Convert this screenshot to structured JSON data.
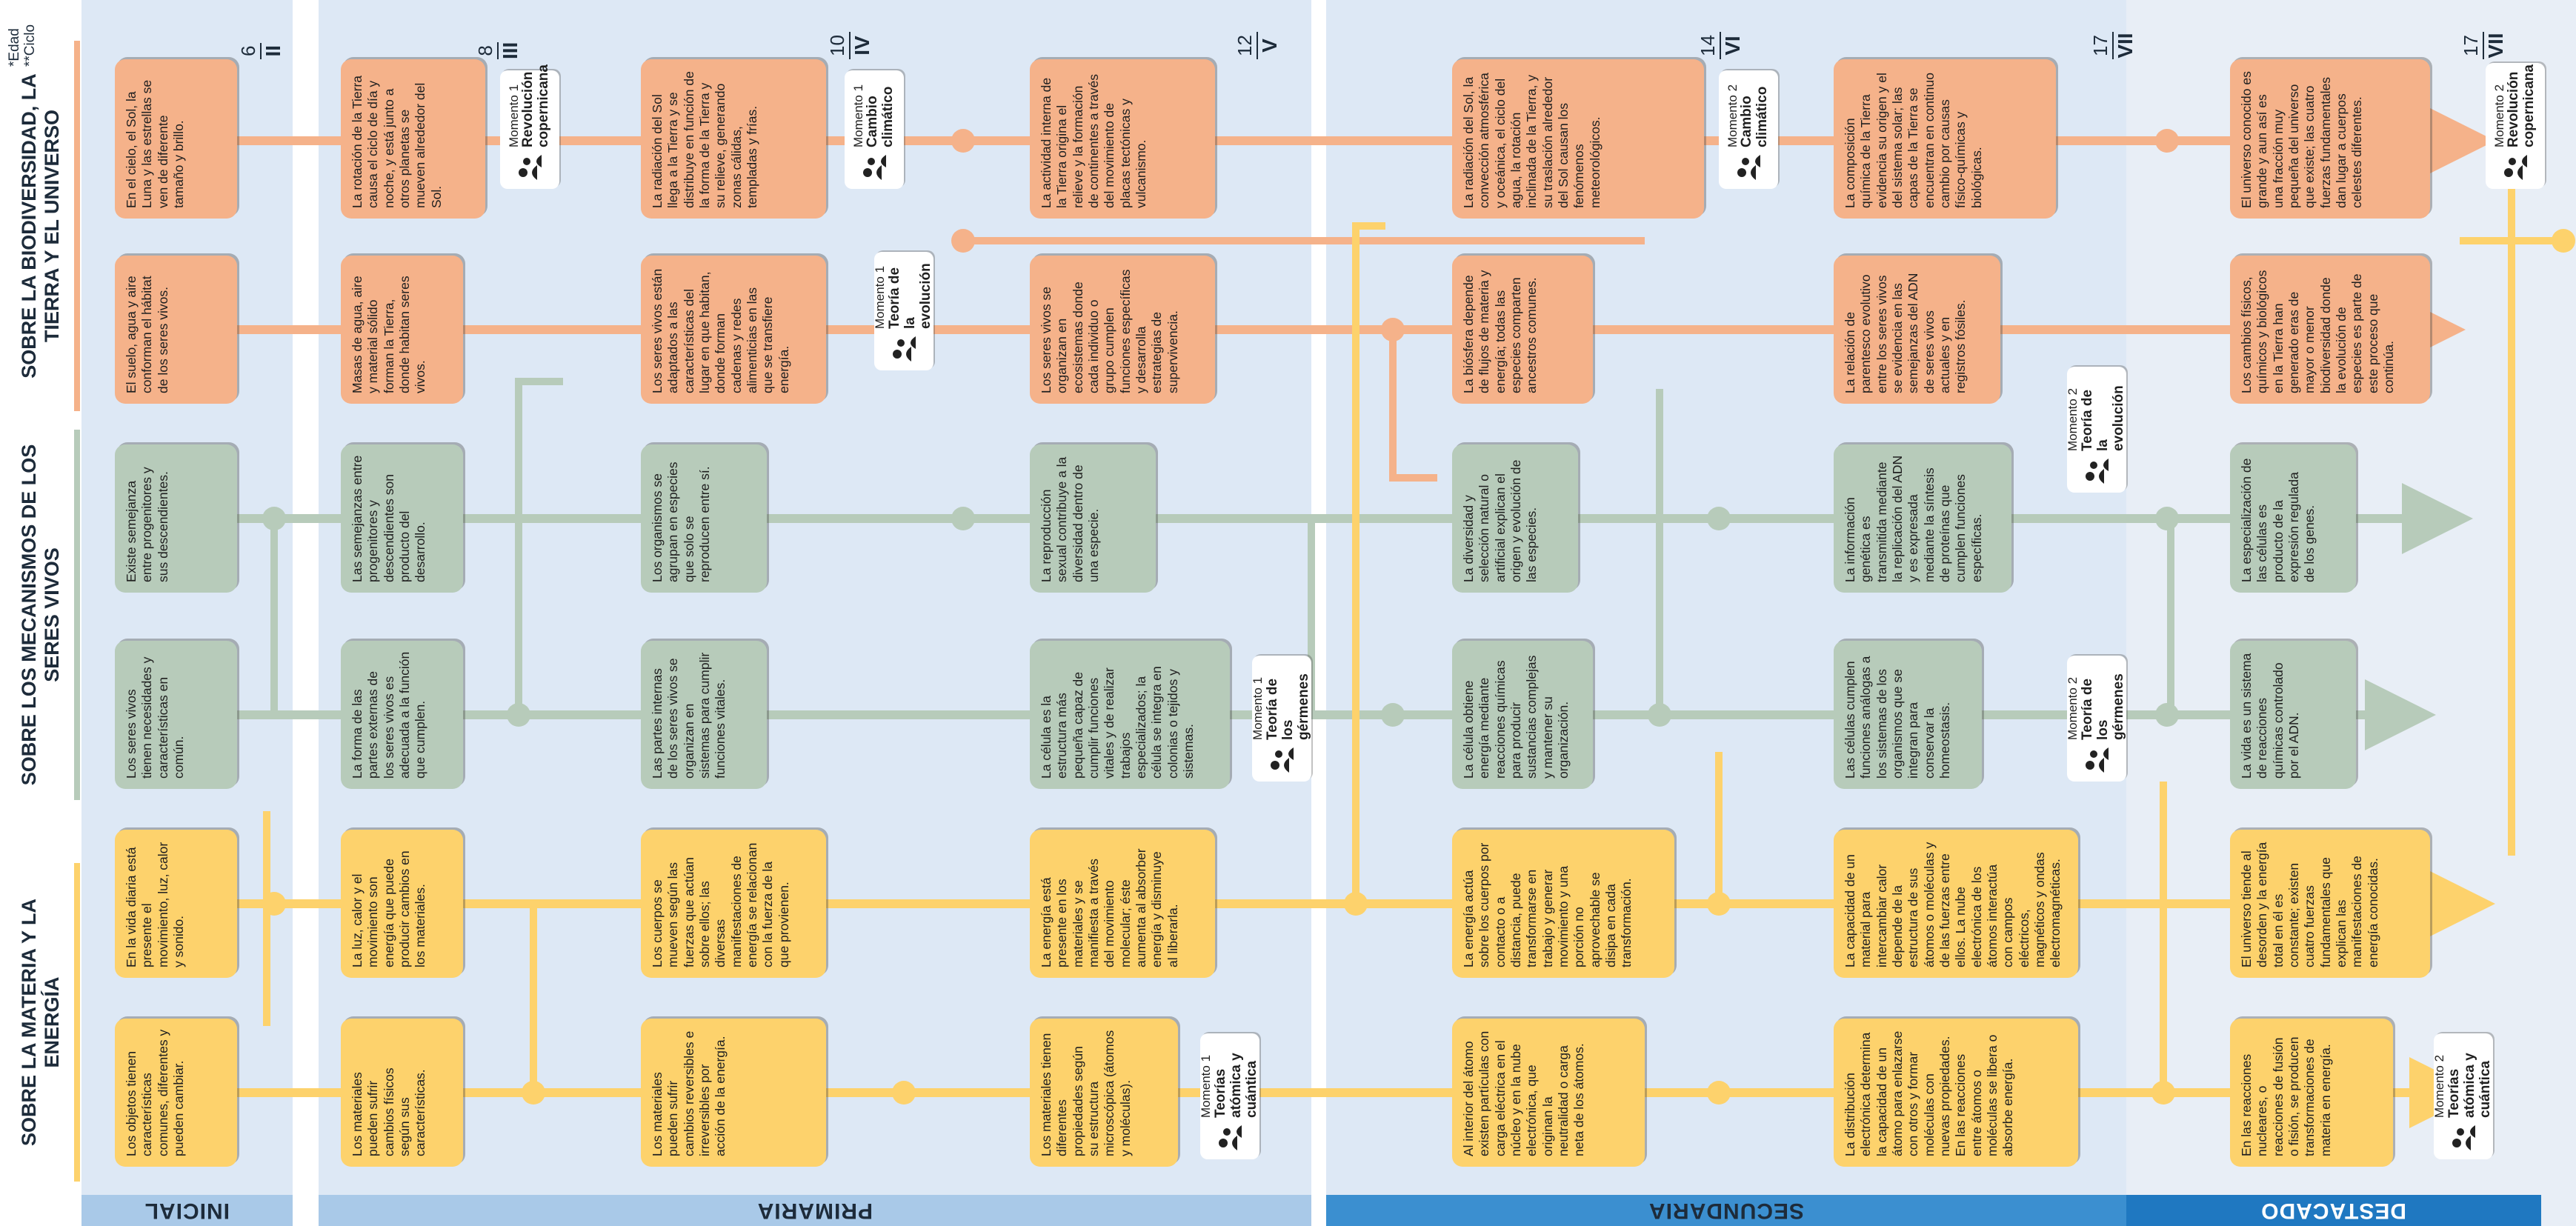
{
  "legend": {
    "age": "*Edad",
    "cycle": "**Ciclo"
  },
  "stages": [
    {
      "id": "inicial",
      "label": "INICIAL"
    },
    {
      "id": "primaria",
      "label": "PRIMARIA"
    },
    {
      "id": "secundaria",
      "label": "SECUNDARIA"
    },
    {
      "id": "destacado",
      "label": "DESTACADO"
    }
  ],
  "headers": [
    {
      "age": "6",
      "cycle": "II"
    },
    {
      "age": "8",
      "cycle": "III"
    },
    {
      "age": "10",
      "cycle": "IV"
    },
    {
      "age": "12",
      "cycle": "V"
    },
    {
      "age": "14",
      "cycle": "VI"
    },
    {
      "age": "17",
      "cycle": "VII"
    },
    {
      "age": "17",
      "cycle": "VII"
    }
  ],
  "themes": [
    {
      "label": "SOBRE LA BIODIVERSIDAD, LA TIERRA Y EL UNIVERSO",
      "color": "#f5b28a"
    },
    {
      "label": "SOBRE LOS MECANISMOS DE LOS SERES VIVOS",
      "color": "#b7cbba"
    },
    {
      "label": "SOBRE LA MATERIA Y LA ENERGÍA",
      "color": "#fdd26c"
    }
  ],
  "colors": {
    "orange": "#f5b28a",
    "green": "#b7cbba",
    "yellow": "#fdd26c",
    "band_light": "#dde8f5",
    "band_mid": "#a9c9e8",
    "band_sec": "#3b8fd0",
    "band_dest": "#1f78c1"
  },
  "boxes": [
    {
      "id": "o1c0",
      "text": "En el cielo, el Sol, la Luna y las estrellas se ven de diferente tamaño y brillo."
    },
    {
      "id": "o2c0",
      "text": "El suelo, agua y aire conforman el hábitat de los seres vivos."
    },
    {
      "id": "g1c0",
      "text": "Existe semejanza entre progenitores y sus descendientes."
    },
    {
      "id": "g2c0",
      "text": "Los seres vivos tienen necesidades y características en común."
    },
    {
      "id": "y1c0",
      "text": "En la vida diaria está presente el movimiento, luz, calor y sonido."
    },
    {
      "id": "y2c0",
      "text": "Los objetos tienen características comunes, diferentes y pueden cambiar."
    },
    {
      "id": "o1c1",
      "text": "La rotación de la Tierra causa el ciclo de día y noche, y está junto a otros planetas se mueven alrededor del Sol."
    },
    {
      "id": "o2c1",
      "text": "Masas de agua, aire y material sólido forman la Tierra, donde habitan seres vivos."
    },
    {
      "id": "g1c1",
      "text": "Las semejanzas entre progenitores y descendientes son producto del desarrollo."
    },
    {
      "id": "g2c1",
      "text": "La forma de las partes externas de los seres vivos es adecuada a la función que cumplen."
    },
    {
      "id": "y1c1",
      "text": "La luz, calor y el movimiento son energía que puede producir cambios en los materiales."
    },
    {
      "id": "y2c1",
      "text": "Los materiales pueden sufrir cambios físicos según sus características."
    },
    {
      "id": "o1c2",
      "text": "La radiación del Sol llega a la Tierra y se distribuye en función de la forma de la Tierra y su relieve, generando zonas cálidas, templadas y frías."
    },
    {
      "id": "o2c2",
      "text": "Los seres vivos están adaptados a las características del lugar en que habitan, donde forman cadenas y redes alimenticias en las que se transfiere energía."
    },
    {
      "id": "g1c2",
      "text": "Los organismos se agrupan en especies que solo se reproducen entre sí."
    },
    {
      "id": "g2c2",
      "text": "Las partes internas de los seres vivos se organizan en sistemas para cumplir funciones vitales."
    },
    {
      "id": "y1c2",
      "text": "Los cuerpos se mueven según las fuerzas que actúan sobre ellos; las diversas manifestaciones de energía se relacionan con la fuerza de la que provienen."
    },
    {
      "id": "y2c2",
      "text": "Los materiales pueden sufrir cambios reversibles e irreversibles por acción de la energía."
    },
    {
      "id": "o1c3",
      "text": "La actividad interna de la Tierra origina el relieve y la formación de continentes a través del movimiento de placas tectónicas y vulcanismo."
    },
    {
      "id": "o2c3",
      "text": "Los seres vivos se organizan en ecosistemas donde cada individuo o grupo cumplen funciones específicas y desarrolla estrategias de supervivencia."
    },
    {
      "id": "g1c3",
      "text": "La reproducción sexual contribuye a la diversidad dentro de una especie."
    },
    {
      "id": "g2c3",
      "text": "La célula es la estructura más pequeña capaz de cumplir funciones vitales y de realizar trabajos especializados; la célula se integra en colonias o tejidos y sistemas."
    },
    {
      "id": "y1c3",
      "text": "La energía está presente en los materiales y se manifiesta a través del movimiento molecular; éste aumenta al absorber energía y disminuye al liberarla."
    },
    {
      "id": "y2c3",
      "text": "Los materiales tienen diferentes propiedades según su estructura microscópica (átomos y moléculas)."
    },
    {
      "id": "o1c4",
      "text": "La radiación del Sol, la convección atmosférica y oceánica, el ciclo del agua, la rotación inclinada de la Tierra, y su traslación alrededor del Sol causan los fenómenos meteorológicos."
    },
    {
      "id": "o2c4",
      "text": "La biósfera depende de flujos de materia y energía; todas las especies comparten ancestros comunes."
    },
    {
      "id": "g1c4",
      "text": "La diversidad y selección natural o artificial explican el origen y evolución de las especies."
    },
    {
      "id": "g2c4",
      "text": "La célula obtiene energía mediante reacciones químicas para producir sustancias complejas y mantener su organización."
    },
    {
      "id": "y1c4",
      "text": "La energía actúa sobre los cuerpos por contacto o a distancia, puede transformarse en trabajo y generar movimiento y una porción no aprovechable se disipa en cada transformación."
    },
    {
      "id": "y2c4",
      "text": "Al interior del átomo existen partículas con carga eléctrica en el núcleo y en la nube electrónica, que originan la neutralidad o carga neta de los átomos."
    },
    {
      "id": "o1c5",
      "text": "La composición química de la Tierra evidencia su origen y el del sistema solar; las capas de la Tierra se encuentran en continuo cambio por causas físico-químicas y biológicas."
    },
    {
      "id": "o2c5",
      "text": "La relación de parentesco evolutivo entre los seres vivos se evidencia en las semejanzas del ADN de seres vivos actuales y en registros fósiles."
    },
    {
      "id": "g1c5",
      "text": "La información genética es transmitida mediante la replicación del ADN y es expresada mediante la síntesis de proteínas que cumplen funciones específicas."
    },
    {
      "id": "g2c5",
      "text": "Las células cumplen funciones análogas a los sistemas de los organismos que se integran para conservar la homeostasis."
    },
    {
      "id": "y1c5",
      "text": "La capacidad de un material para intercambiar calor depende de la estructura de sus átomos o moléculas y de las fuerzas entre ellos. La nube electrónica de los átomos interactúa con campos eléctricos, magnéticos y ondas electromagnéticas."
    },
    {
      "id": "y2c5",
      "text": "La distribución electrónica determina la capacidad de un átomo para enlazarse con otros y formar moléculas con nuevas propiedades. En las reacciones entre átomos o moléculas se libera o absorbe energía."
    },
    {
      "id": "o1c6",
      "text": "El universo conocido es grande y aun así es una fracción muy pequeña del universo que existe; las cuatro fuerzas fundamentales dan lugar a cuerpos celestes diferentes."
    },
    {
      "id": "o2c6",
      "text": "Los cambios físicos, químicos y biológicos en la Tierra han generado eras de mayor o menor biodiversidad donde la evolución de especies es parte de este proceso que continúa."
    },
    {
      "id": "g1c6",
      "text": "La especialización de las células es producto de la expresión regulada de los genes."
    },
    {
      "id": "g2c6",
      "text": "La vida es un sistema de reacciones químicas controlado por el ADN."
    },
    {
      "id": "y1c6",
      "text": "El universo tiende al desorden y la energía total en él es constante; existen cuatro fuerzas fundamentales que explican las manifestaciones de energía conocidas."
    },
    {
      "id": "y2c6",
      "text": "En las reacciones nucleares, o reacciones de fusión o fisión, se producen transformaciones de materia en energía."
    }
  ],
  "moments": [
    {
      "id": "m1",
      "number": "Momento 1",
      "name": "Revolución copernicana"
    },
    {
      "id": "m2",
      "number": "Momento 1",
      "name": "Cambio climático"
    },
    {
      "id": "m3",
      "number": "Momento 1",
      "name": "Teoría de la evolución"
    },
    {
      "id": "m4",
      "number": "Momento 1",
      "name": "Teoría de los gérmenes"
    },
    {
      "id": "m5",
      "number": "Momento 1",
      "name": "Teorías atómica y cuántica"
    },
    {
      "id": "m6",
      "number": "Momento 2",
      "name": "Cambio climático"
    },
    {
      "id": "m7",
      "number": "Momento 2",
      "name": "Teoría de la evolución"
    },
    {
      "id": "m8",
      "number": "Momento 2",
      "name": "Teoría de los gérmenes"
    },
    {
      "id": "m9",
      "number": "Momento 2",
      "name": "Revolución copernicana"
    },
    {
      "id": "m10",
      "number": "Momento 2",
      "name": "Teorías atómica y cuántica"
    }
  ]
}
